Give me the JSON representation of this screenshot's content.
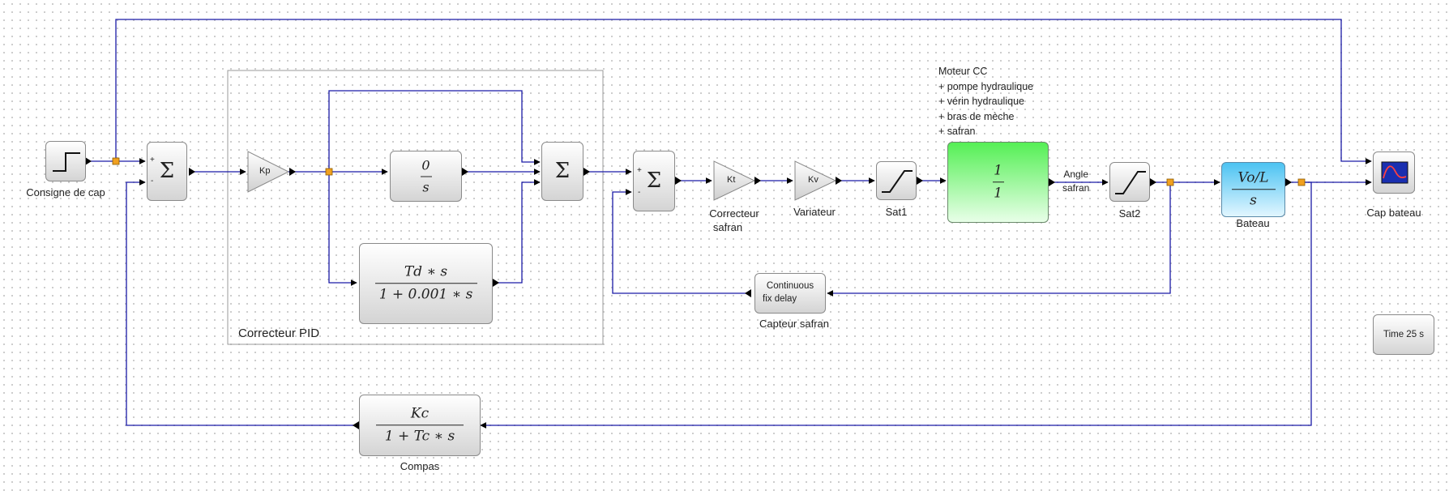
{
  "colors": {
    "link": "#1a1aa6",
    "split": "#f0a020",
    "green_block": "#55ef55",
    "blue_block": "#4cc3f2"
  },
  "blocks": {
    "consigne": {
      "label": "Consigne de cap",
      "icon": "step-icon"
    },
    "sum1": {
      "symbol": "Σ",
      "plus": "+",
      "minus": "-"
    },
    "pid": {
      "title": "Correcteur PID",
      "kp": "Kp",
      "integral": {
        "num": "0",
        "den": "s"
      },
      "derivative": {
        "num": "Td ∗ s",
        "den": "1 + 0.001 ∗ s"
      },
      "sum": {
        "symbol": "Σ"
      }
    },
    "sum2": {
      "symbol": "Σ",
      "plus": "+",
      "minus": "-"
    },
    "kt": {
      "text": "Kt",
      "label_line1": "Correcteur",
      "label_line2": "safran"
    },
    "kv": {
      "text": "Kv",
      "label": "Variateur"
    },
    "sat1": {
      "label": "Sat1",
      "icon": "saturation-icon"
    },
    "moteur": {
      "num": "1",
      "den": "1",
      "desc": [
        "Moteur CC",
        "+ pompe hydraulique",
        "+ vérin hydraulique",
        "+ bras de mèche",
        "+ safran"
      ]
    },
    "angle": {
      "line1": "Angle",
      "line2": "safran"
    },
    "sat2": {
      "label": "Sat2",
      "icon": "saturation-icon"
    },
    "bateau": {
      "num": "Vo/L",
      "den": "s",
      "label": "Bateau"
    },
    "scope": {
      "label": "Cap bateau",
      "icon": "scope-icon"
    },
    "delay": {
      "line1": "Continuous",
      "line2": "fix delay",
      "label": "Capteur safran"
    },
    "clock": {
      "text": "Time 25 s"
    },
    "compas": {
      "num": "Kc",
      "den": "1 + Tc ∗ s",
      "label": "Compas"
    }
  }
}
